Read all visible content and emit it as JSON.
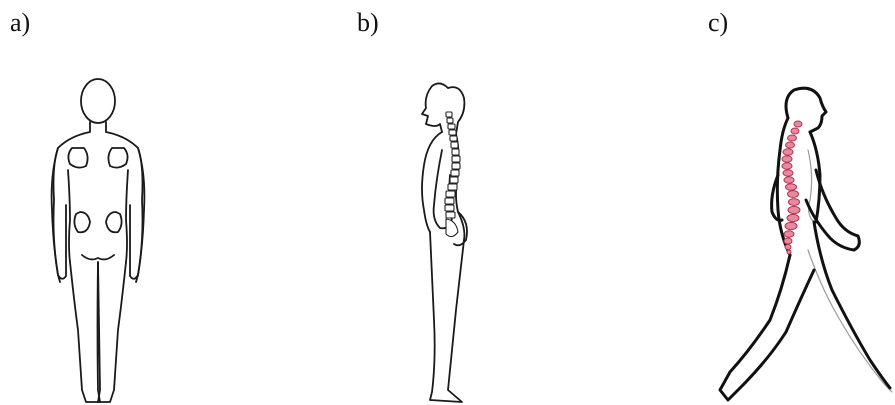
{
  "panels": [
    {
      "label": "a)"
    },
    {
      "label": "b)"
    },
    {
      "label": "c)"
    }
  ],
  "colors": {
    "outline": "#1a1a1a",
    "spine_highlight": "#c0304f"
  }
}
